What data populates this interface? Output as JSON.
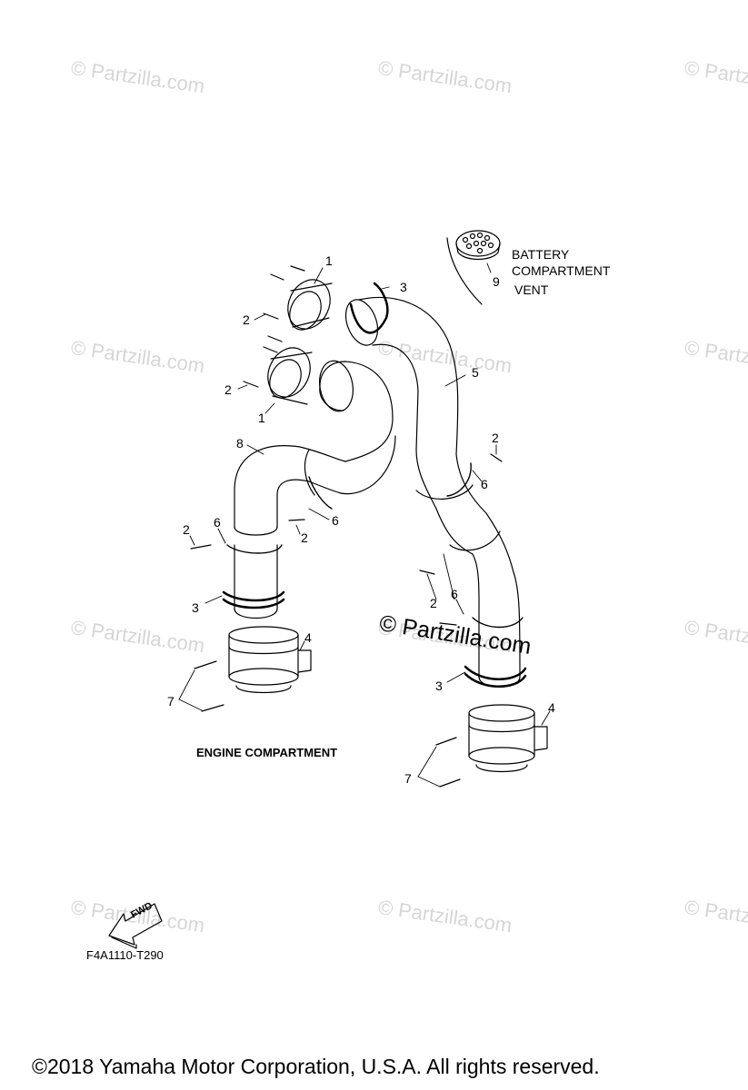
{
  "watermark": "© Partzilla.com",
  "watermarks": [
    "© Partzilla.com",
    "© Partzilla.com",
    "© Partzilla.com",
    "© Partzilla.com",
    "© Partzilla.com",
    "© Partzilla.com",
    "© Partzilla.com",
    "© Partzilla.com",
    "© Partzilla.com",
    "© Partzilla.com",
    "© Partzilla.com",
    "© Partzilla.com"
  ],
  "center_watermark": "© Partzilla.com",
  "callouts": [
    "1",
    "2",
    "2",
    "1",
    "3",
    "5",
    "8",
    "2",
    "6",
    "6",
    "2",
    "2",
    "6",
    "3",
    "4",
    "7",
    "2",
    "6",
    "3",
    "4",
    "7",
    "9"
  ],
  "labels": {
    "battery_vent": [
      "BATTERY",
      "COMPARTMENT",
      "VENT"
    ],
    "engine_compartment": "ENGINE COMPARTMENT",
    "fwd": "FWD"
  },
  "diagram_code": "F4A1110-T290",
  "copyright": "©2018  Yamaha Motor Corporation, U.S.A. All rights reserved."
}
